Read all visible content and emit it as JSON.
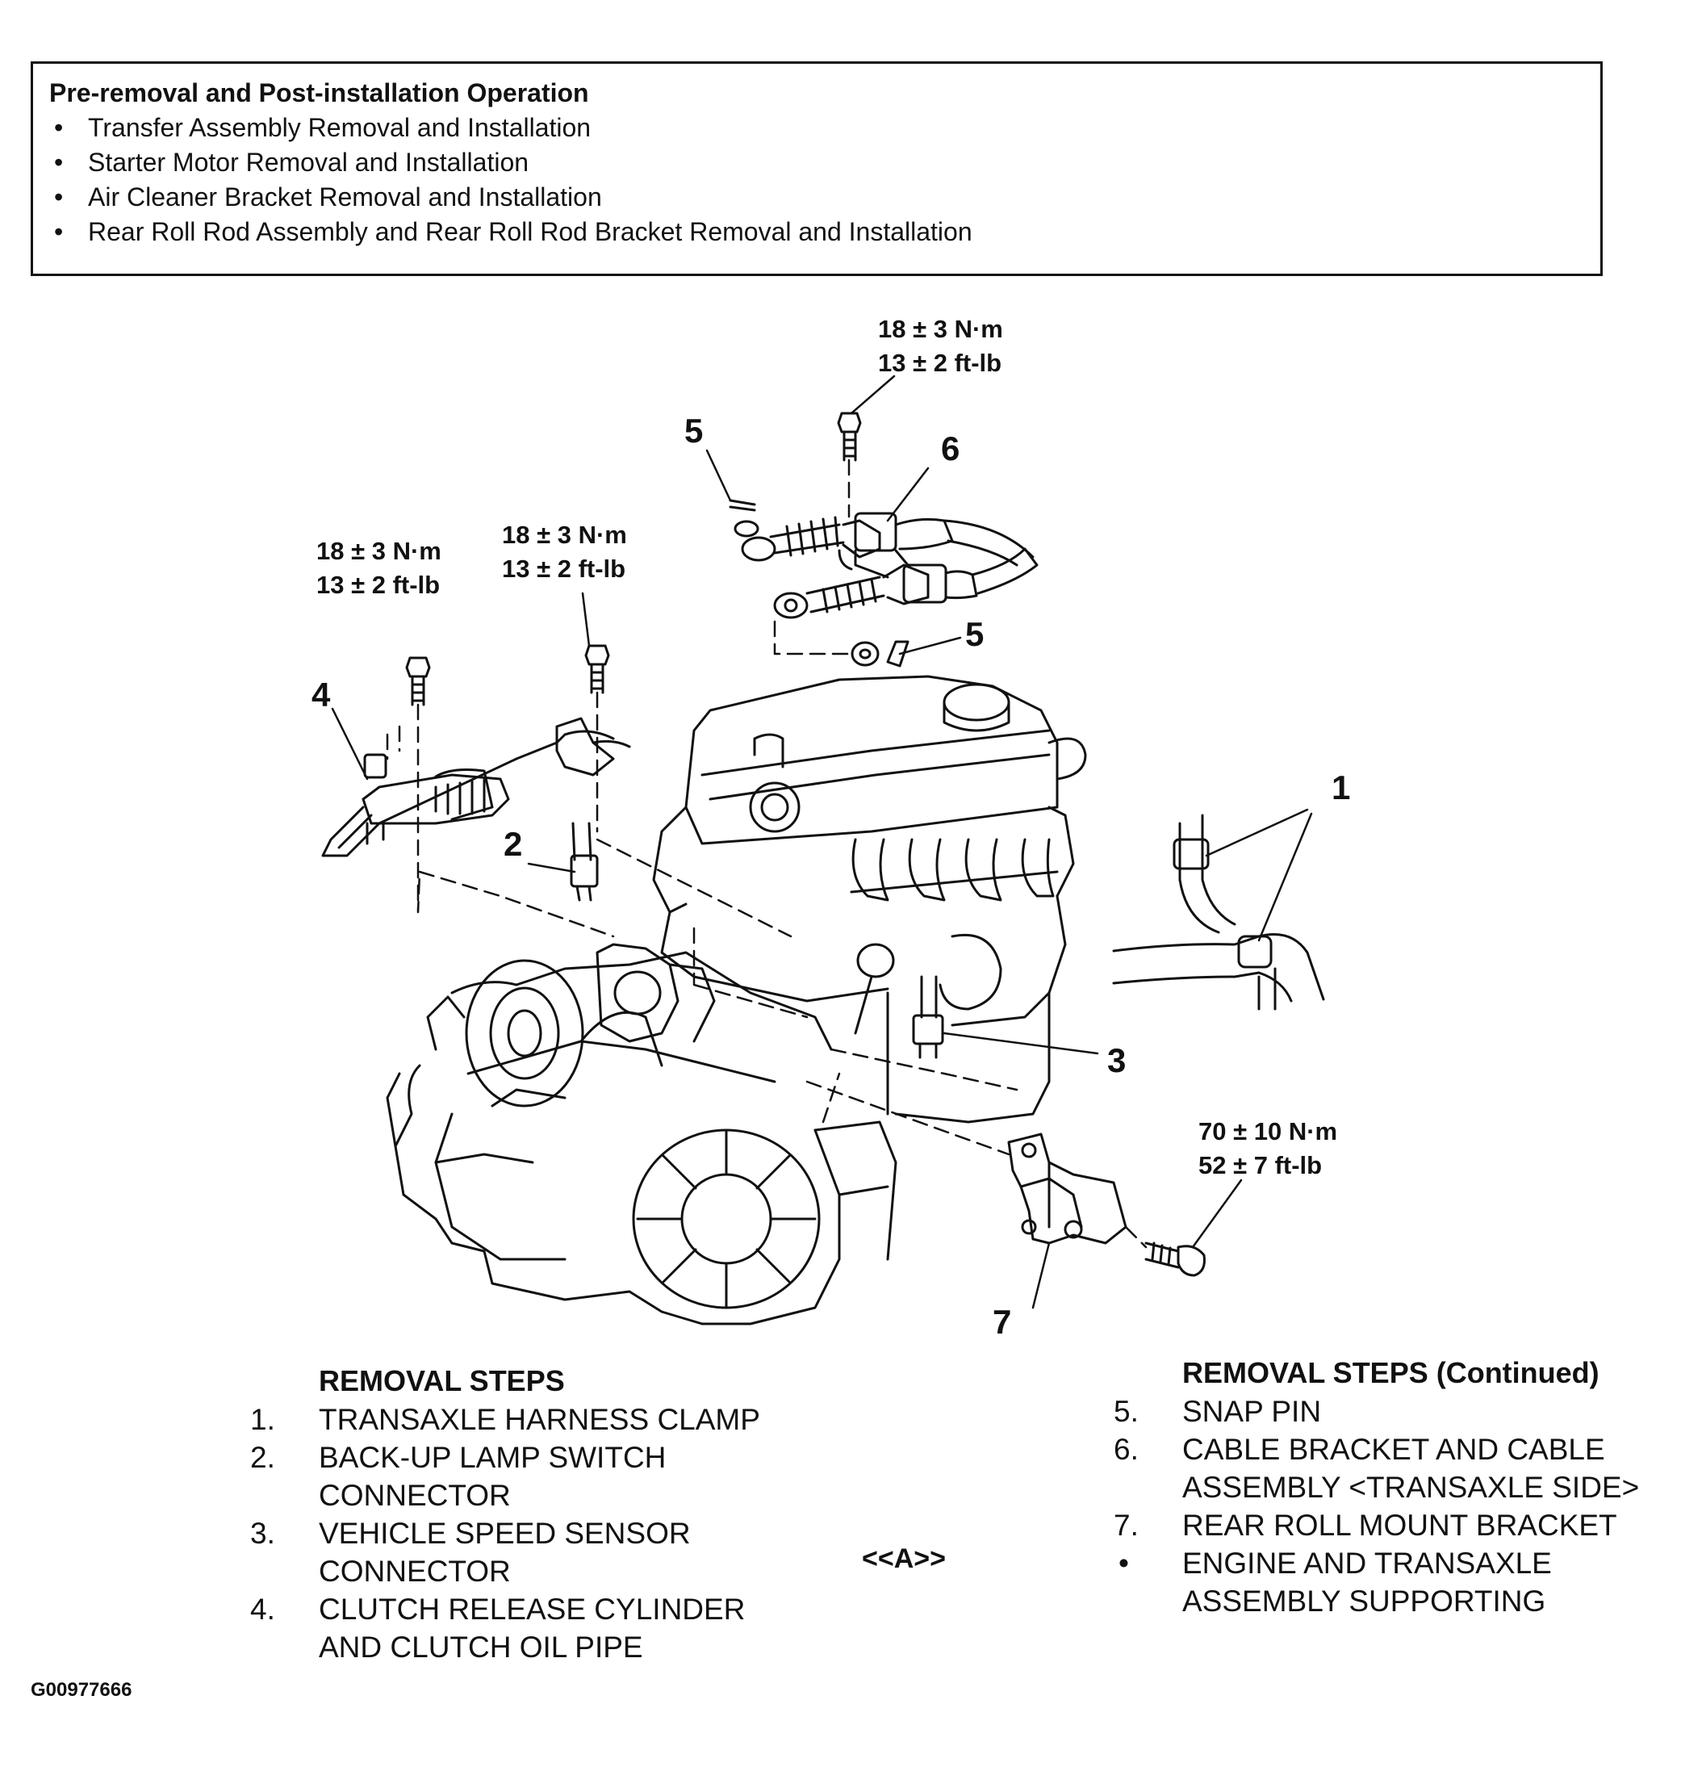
{
  "pre_removal": {
    "title": "Pre-removal and Post-installation Operation",
    "items": [
      "Transfer Assembly Removal and Installation",
      "Starter Motor Removal and Installation",
      "Air Cleaner Bracket Removal and Installation",
      "Rear Roll Rod Assembly and Rear Roll Rod Bracket Removal and Installation"
    ]
  },
  "diagram": {
    "callouts": [
      "1",
      "2",
      "3",
      "4",
      "5",
      "5",
      "6",
      "7"
    ],
    "torques": [
      {
        "nm": "18 ± 3 N·m",
        "ftlb": "13 ± 2 ft-lb"
      },
      {
        "nm": "18 ± 3 N·m",
        "ftlb": "13 ± 2 ft-lb"
      },
      {
        "nm": "18 ± 3 N·m",
        "ftlb": "13 ± 2 ft-lb"
      },
      {
        "nm": "70 ± 10 N·m",
        "ftlb": "52 ± 7 ft-lb"
      }
    ]
  },
  "removal_steps": {
    "heading": "REMOVAL STEPS",
    "items": [
      {
        "num": "1.",
        "lines": [
          "TRANSAXLE HARNESS CLAMP"
        ]
      },
      {
        "num": "2.",
        "lines": [
          "BACK-UP LAMP SWITCH",
          "CONNECTOR"
        ]
      },
      {
        "num": "3.",
        "lines": [
          "VEHICLE SPEED SENSOR",
          "CONNECTOR"
        ]
      },
      {
        "num": "4.",
        "lines": [
          "CLUTCH RELEASE CYLINDER",
          "AND CLUTCH OIL PIPE"
        ]
      }
    ],
    "ref": "<<A>>"
  },
  "removal_steps_continued": {
    "heading": "REMOVAL STEPS (Continued)",
    "items": [
      {
        "num": "5.",
        "lines": [
          "SNAP PIN"
        ]
      },
      {
        "num": "6.",
        "lines": [
          "CABLE BRACKET AND CABLE",
          "ASSEMBLY <TRANSAXLE SIDE>"
        ]
      },
      {
        "num": "7.",
        "lines": [
          "REAR ROLL MOUNT BRACKET"
        ]
      },
      {
        "num": "•",
        "lines": [
          "ENGINE AND TRANSAXLE",
          "ASSEMBLY SUPPORTING"
        ]
      }
    ]
  },
  "figure_code": "G00977666"
}
